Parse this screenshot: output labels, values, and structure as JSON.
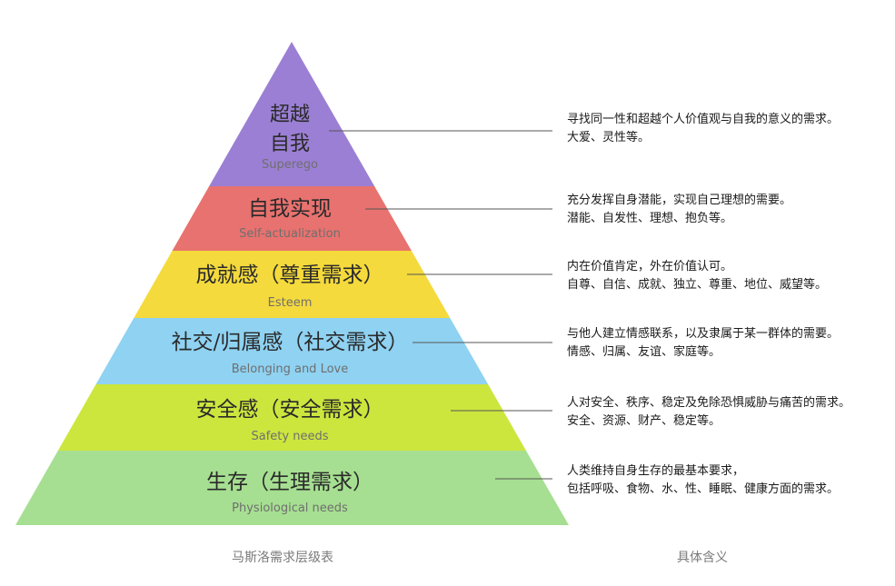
{
  "levels": [
    {
      "cn_lines": [
        "超越",
        "自我"
      ],
      "en": "Superego",
      "color": "#9b7fd4",
      "desc": [
        "寻找同一性和超越个人价值观与自我的意义的需求。",
        "大爱、灵性等。"
      ]
    },
    {
      "cn_lines": [
        "自我实现"
      ],
      "en": "Self-actualization",
      "color": "#e8726f",
      "desc": [
        "充分发挥自身潜能，实现自己理想的需要。",
        "潜能、自发性、理想、抱负等。"
      ]
    },
    {
      "cn_lines": [
        "成就感（尊重需求）"
      ],
      "en": "Esteem",
      "color": "#f4da3c",
      "desc": [
        "内在价值肯定，外在价值认可。",
        "自尊、自信、成就、独立、尊重、地位、威望等。"
      ]
    },
    {
      "cn_lines": [
        "社交/归属感（社交需求）"
      ],
      "en": "Belonging and Love",
      "color": "#8fd2f2",
      "desc": [
        "与他人建立情感联系，以及隶属于某一群体的需要。",
        "情感、归属、友谊、家庭等。"
      ]
    },
    {
      "cn_lines": [
        "安全感（安全需求）"
      ],
      "en": "Safety needs",
      "color": "#cce63e",
      "desc": [
        "人对安全、秩序、稳定及免除恐惧威胁与痛苦的需求。",
        "安全、资源、财产、稳定等。"
      ]
    },
    {
      "cn_lines": [
        "生存（生理需求）"
      ],
      "en": "Physiological needs",
      "color": "#a6df91",
      "desc": [
        "人类维持自身生存的最基本要求，",
        "包括呼吸、食物、水、性、睡眠、健康方面的需求。"
      ]
    }
  ],
  "captions": {
    "left": "马斯洛需求层级表",
    "right": "具体含义"
  }
}
